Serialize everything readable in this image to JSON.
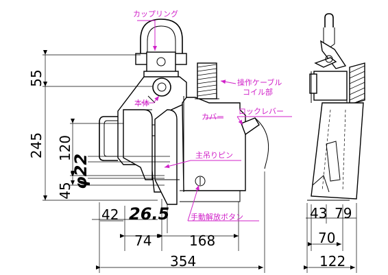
{
  "labels": {
    "coupling": "カップリング",
    "cable_coil": "操作ケーブル",
    "cable_coil2": "コイル部",
    "body": "本体",
    "cover": "カバー",
    "lock_lever": "ロックレバー",
    "main_pin": "主吊りピン",
    "release_button": "手動解放ボタン"
  },
  "dimensions": {
    "d55": "55",
    "d245": "245",
    "d120": "120",
    "d22": "φ22",
    "d45": "45",
    "d42": "42",
    "d26_5": "26.5",
    "d74": "74",
    "d168": "168",
    "d354": "354",
    "d43": "43",
    "d79": "79",
    "d70": "70",
    "d122": "122"
  },
  "colors": {
    "label": "#d020c8",
    "line": "#000000"
  }
}
